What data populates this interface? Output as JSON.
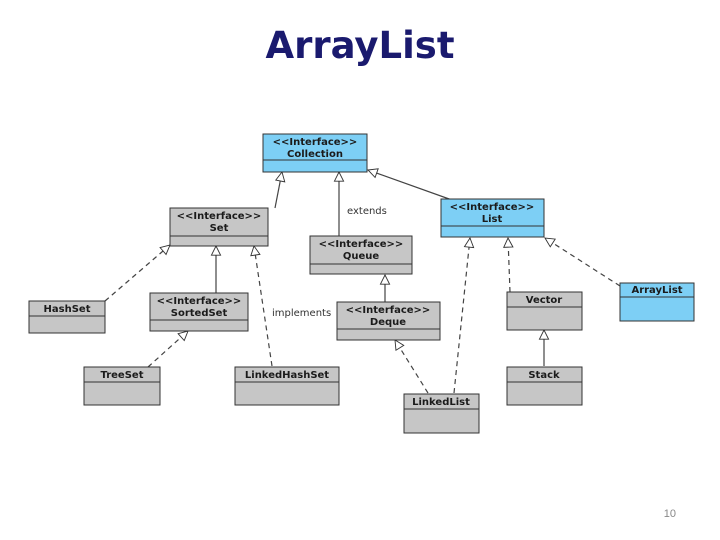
{
  "slide": {
    "title": "ArrayList",
    "page_number": "10"
  },
  "diagram": {
    "stereotype": "<<Interface>>",
    "nodes": {
      "collection": {
        "label": "Collection"
      },
      "set": {
        "label": "Set"
      },
      "queue": {
        "label": "Queue"
      },
      "list": {
        "label": "List"
      },
      "sortedset": {
        "label": "SortedSet"
      },
      "deque": {
        "label": "Deque"
      },
      "hashset": {
        "label": "HashSet"
      },
      "treeset": {
        "label": "TreeSet"
      },
      "linkedhashset": {
        "label": "LinkedHashSet"
      },
      "linkedlist": {
        "label": "LinkedList"
      },
      "vector": {
        "label": "Vector"
      },
      "stack": {
        "label": "Stack"
      },
      "arraylist": {
        "label": "ArrayList"
      }
    },
    "labels": {
      "extends": "extends",
      "implements": "implements"
    },
    "colors": {
      "highlight_fill": "#7dcff5",
      "default_fill": "#c6c6c6",
      "border": "#333333",
      "title_color": "#1a1a6e"
    }
  }
}
